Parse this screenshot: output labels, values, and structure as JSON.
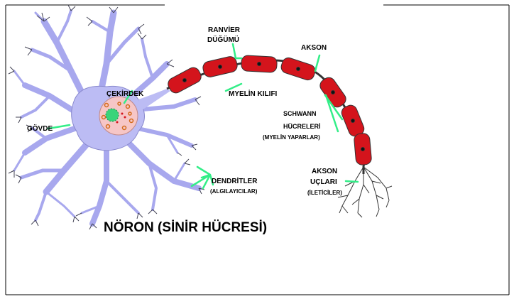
{
  "labels": {
    "ranvier_line1": "RANVİER",
    "ranvier_line2": "DÜĞÜMÜ",
    "akson": "AKSON",
    "cekirdek": "ÇEKİRDEK",
    "govde": "GÖVDE",
    "myelin": "MYELİN KILIFI",
    "schwann_line1": "SCHWANN",
    "schwann_line2": "HÜCRELERİ",
    "schwann_note": "(MYELİN YAPARLAR)",
    "dendritler": "DENDRİTLER",
    "dendritler_note": "(ALGILAYICILAR)",
    "akson_uclari_line1": "AKSON",
    "akson_uclari_line2": "UÇLARI",
    "akson_uclari_note": "(İLETİCİLER)",
    "title": "NÖRON (SİNİR HÜCRESİ)"
  },
  "colors": {
    "cell_body": "#bcbcf4",
    "dendrite": "#a8a8ee",
    "outline": "#555566",
    "myelin": "#d4141c",
    "leader": "#33ee88",
    "nucleus": "#f6c6c6",
    "nucleolus": "#3ad47a"
  }
}
